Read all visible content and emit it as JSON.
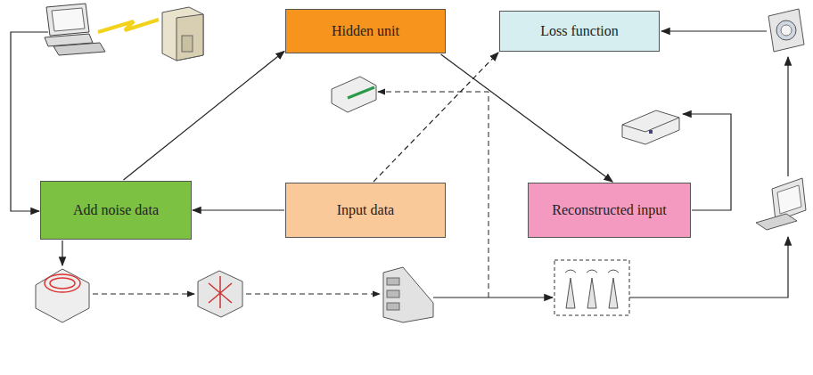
{
  "diagram": {
    "nodes": [
      {
        "text": [
          "Hidden unit"
        ]
      },
      {
        "text": [
          "Loss function"
        ]
      },
      {
        "text": [
          "Add noise data"
        ]
      },
      {
        "text": [
          "Input data"
        ]
      },
      {
        "text": [
          "Reconstructed input"
        ]
      }
    ],
    "edges": [
      {
        "from": 3,
        "to": 2,
        "arrow": "to"
      },
      {
        "from": 2,
        "to": 0,
        "arrow": "to"
      },
      {
        "from": 0,
        "to": 4,
        "arrow": "to"
      },
      {
        "from": 3,
        "to": 1,
        "arrow": "to"
      }
    ]
  }
}
